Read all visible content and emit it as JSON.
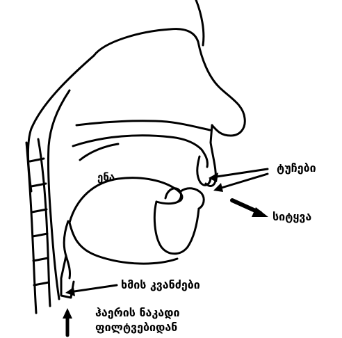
{
  "labels": {
    "tongue": "ენა",
    "lips": "ტუჩები",
    "word": "სიტყვა",
    "vocal_cords": "ხმის კვანძები",
    "airflow_line1": "ჰაერის ნაკადი",
    "airflow_line2": "ფილტვებიდან"
  },
  "colors": {
    "ink": "#000000",
    "background": "#ffffff",
    "fill": "#ffffff"
  }
}
